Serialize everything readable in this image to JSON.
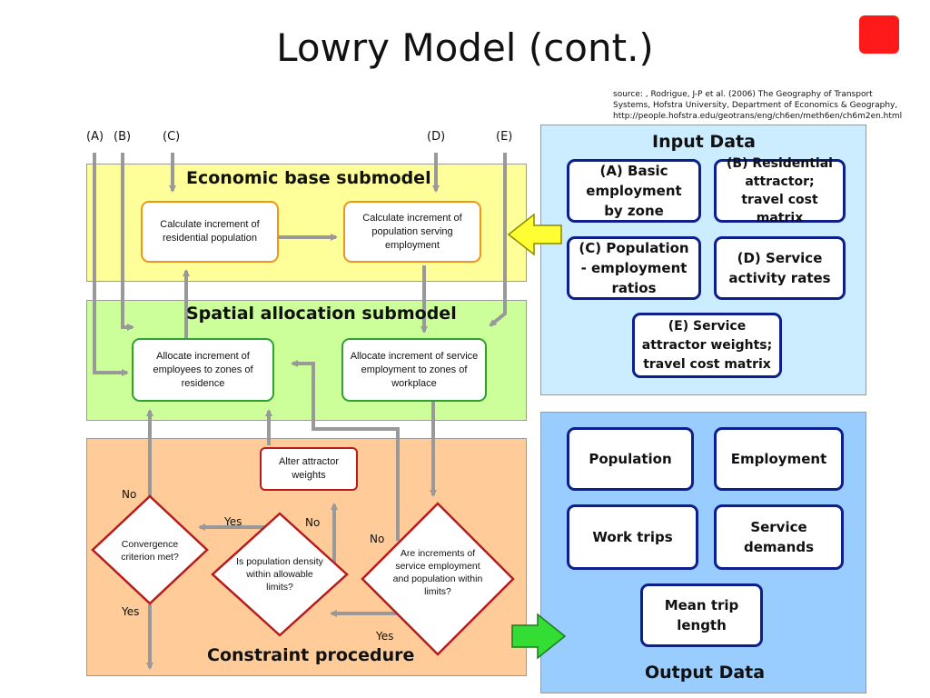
{
  "title": "Lowry Model (cont.)",
  "source": {
    "line1": "source: , Rodrigue, J-P et al. (2006) The Geography of Transport",
    "line2": "Systems, Hofstra University, Department of Economics & Geography,",
    "line3": "http://people.hofstra.edu/geotrans/eng/ch6en/meth6en/ch6m2en.html"
  },
  "inputs": {
    "a": "(A)",
    "b": "(B)",
    "c": "(C)",
    "d": "(D)",
    "e": "(E)"
  },
  "economic": {
    "label": "Economic base submodel",
    "calc_residential": "Calculate increment of residential population",
    "calc_population": "Calculate increment of population serving employment"
  },
  "spatial": {
    "label": "Spatial allocation submodel",
    "allocate_employees": "Allocate increment of employees to zones of residence",
    "allocate_service": "Allocate increment of service employment to zones of workplace"
  },
  "constraint": {
    "label": "Constraint procedure",
    "alter_weights": "Alter attractor weights",
    "convergence": "Convergence criterion met?",
    "density": "Is population density within allowable limits?",
    "increments": "Are increments of service employment and population within limits?",
    "no": "No",
    "yes": "Yes"
  },
  "input_data": {
    "label": "Input Data",
    "a": "(A) Basic employment by zone",
    "b": "(B) Residential attractor; travel cost matrix",
    "c": "(C) Population - employment ratios",
    "d": "(D) Service activity rates",
    "e": "(E) Service attractor weights; travel cost matrix"
  },
  "output_data": {
    "label": "Output Data",
    "population": "Population",
    "employment": "Employment",
    "work_trips": "Work trips",
    "service_demands": "Service demands",
    "mean_trip": "Mean trip length"
  },
  "colors": {
    "economic_bg": "#ffff99",
    "spatial_bg": "#ccff99",
    "constraint_bg": "#ffcc99",
    "input_bg": "#ccecff",
    "output_bg": "#99ccff",
    "arrow": "#999999",
    "navy": "#0c1f8c"
  }
}
